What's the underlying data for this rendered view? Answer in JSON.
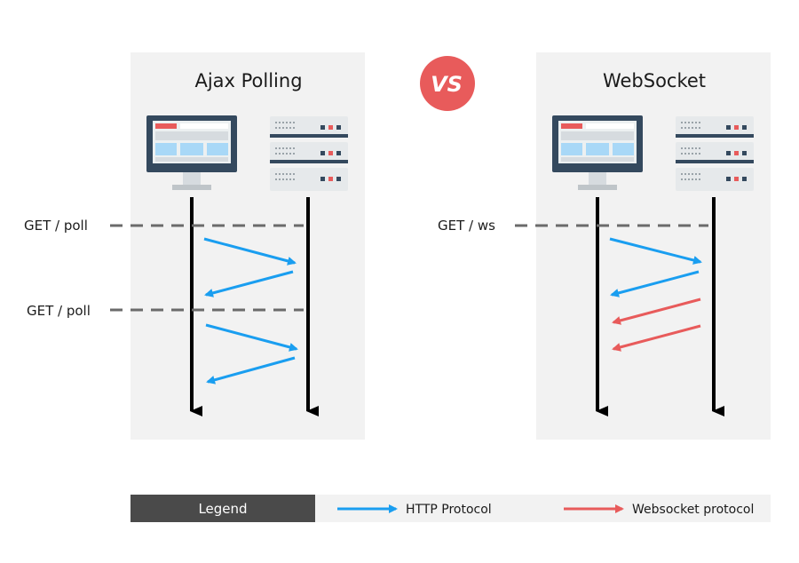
{
  "left_panel": {
    "title": "Ajax Polling",
    "requests": [
      "GET / poll",
      "GET / poll"
    ]
  },
  "vs_badge": "VS",
  "right_panel": {
    "title": "WebSocket",
    "requests": [
      "GET / ws"
    ]
  },
  "legend": {
    "title": "Legend",
    "http_label": "HTTP Protocol",
    "ws_label": "Websocket protocol"
  },
  "colors": {
    "http": "#1a9ef0",
    "websocket": "#e85b5b",
    "panel_bg": "#f2f2f2",
    "legend_header": "#4a4a4a",
    "timeline": "#000000",
    "dashed": "#6b6b6b",
    "vs_badge": "#e85b5b"
  },
  "icons": {
    "client": "monitor-icon",
    "server": "server-rack-icon"
  }
}
